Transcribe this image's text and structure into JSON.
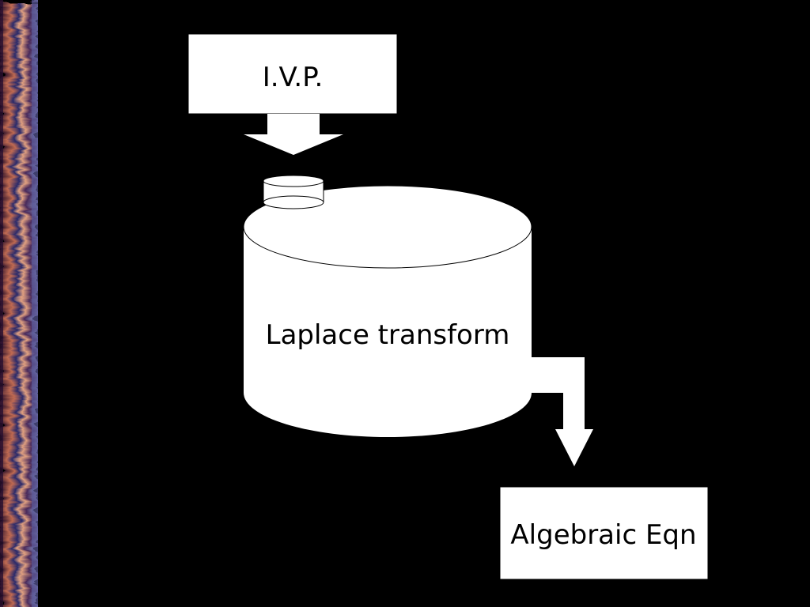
{
  "colors": {
    "background": "#000000",
    "shape_fill": "#ffffff",
    "text": "#000000",
    "stroke": "#000000"
  },
  "diagram": {
    "input_box": {
      "label": "I.V.P."
    },
    "process_tank": {
      "label": "Laplace transform"
    },
    "output_box": {
      "label": "Algebraic Eqn"
    }
  }
}
